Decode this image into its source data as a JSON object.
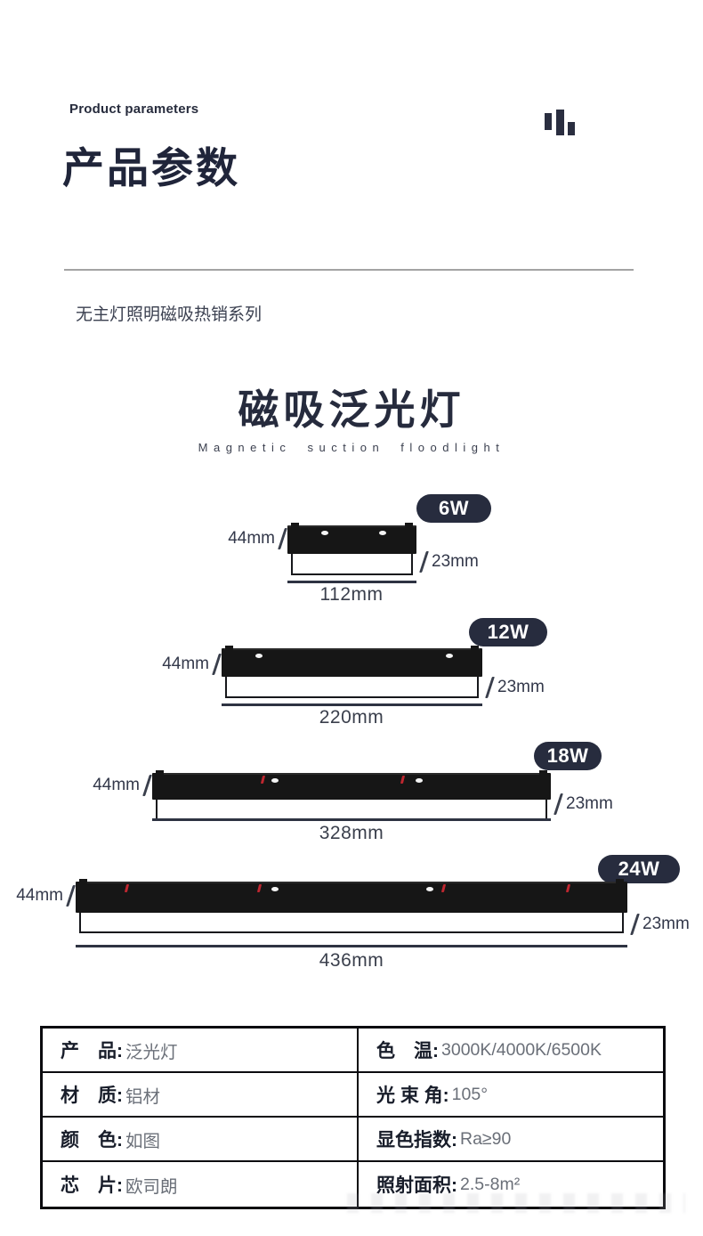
{
  "page": {
    "eyebrow": "Product parameters",
    "heading": "产品参数",
    "series": "无主灯照明磁吸热销系列",
    "title": "磁吸泛光灯",
    "subtitle": "Magnetic suction floodlight"
  },
  "colors": {
    "navy_text": "#20253a",
    "badge_bg": "#272c3e",
    "badge_text": "#ffffff",
    "fixture_body": "#161616",
    "red_tick": "#c02730",
    "value_text": "#6a6f78",
    "divider": "#a3a3a3"
  },
  "icons": [
    {
      "name": "sound-bars-icon"
    }
  ],
  "products": [
    {
      "id": "6w",
      "power": "6W",
      "height_label": "44mm",
      "thickness_label": "23mm",
      "length_label": "112mm"
    },
    {
      "id": "12w",
      "power": "12W",
      "height_label": "44mm",
      "thickness_label": "23mm",
      "length_label": "220mm"
    },
    {
      "id": "18w",
      "power": "18W",
      "height_label": "44mm",
      "thickness_label": "23mm",
      "length_label": "328mm"
    },
    {
      "id": "24w",
      "power": "24W",
      "height_label": "44mm",
      "thickness_label": "23mm",
      "length_label": "436mm"
    }
  ],
  "spec_table": {
    "rows": [
      {
        "left_label": "产　品:",
        "left_value": "泛光灯",
        "right_label": "色　温:",
        "right_value": "3000K/4000K/6500K"
      },
      {
        "left_label": "材　质:",
        "left_value": "铝材",
        "right_label": "光 束 角:",
        "right_value": "105°"
      },
      {
        "left_label": "颜　色:",
        "left_value": "如图",
        "right_label": "显色指数:",
        "right_value": "Ra≥90"
      },
      {
        "left_label": "芯　片:",
        "left_value": "欧司朗",
        "right_label": "照射面积:",
        "right_value": "2.5-8m²"
      }
    ]
  }
}
